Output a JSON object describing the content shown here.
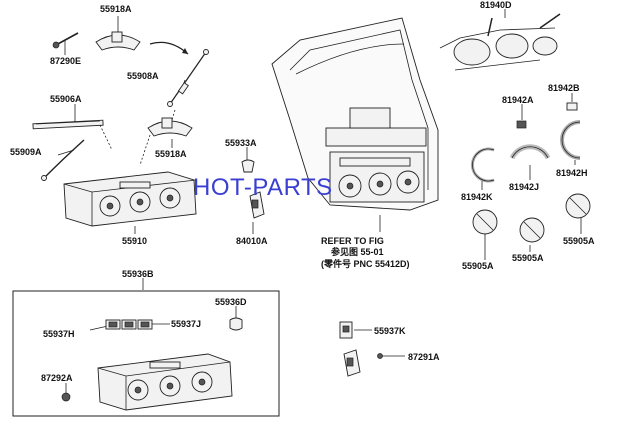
{
  "watermark": "HOT-PARTS",
  "reference": {
    "line1": "REFER TO FIG",
    "line2": "参见图 55-01",
    "line3": "(零件号 PNC 55412D)"
  },
  "labels": {
    "p55918A_top": "55918A",
    "p87290E": "87290E",
    "p55908A": "55908A",
    "p55906A": "55906A",
    "p55909A": "55909A",
    "p55918A_mid": "55918A",
    "p55933A": "55933A",
    "p55910": "55910",
    "p84010A": "84010A",
    "p81940D": "81940D",
    "p81942A": "81942A",
    "p81942B": "81942B",
    "p81942J": "81942J",
    "p81942K": "81942K",
    "p81942H": "81942H",
    "p55905A_right": "55905A",
    "p55905A_left": "55905A",
    "p55905A_mid": "55905A",
    "p55936B": "55936B",
    "p55936D": "55936D",
    "p55937H": "55937H",
    "p55937J": "55937J",
    "p87292A": "87292A",
    "p55937K": "55937K",
    "p87291A": "87291A"
  }
}
